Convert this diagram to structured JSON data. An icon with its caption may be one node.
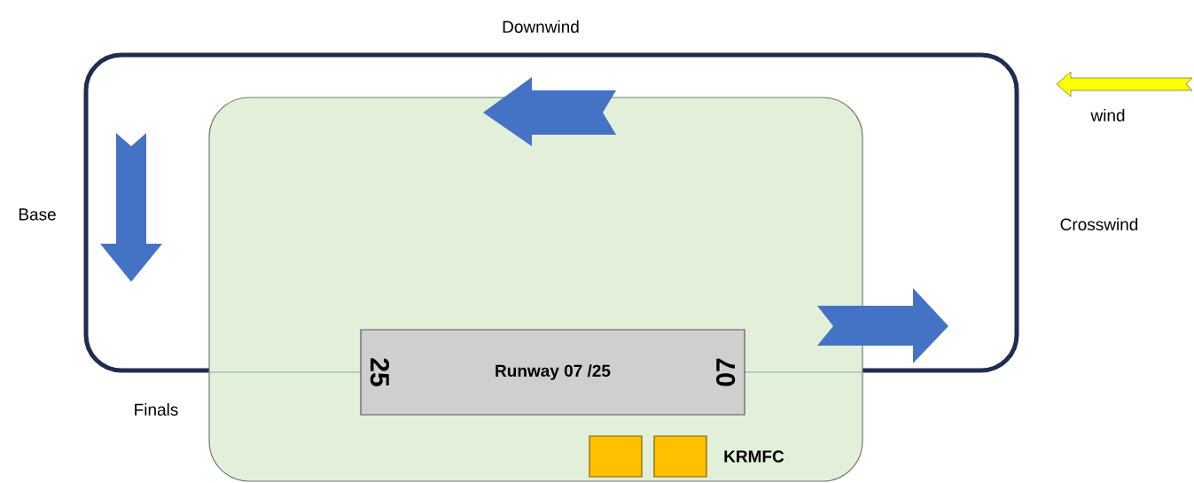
{
  "diagram": {
    "nodes": [
      {
        "text": [],
        "shape": "box"
      },
      {
        "text": [
          "25",
          "Runway 07 /25",
          "07"
        ],
        "in": 0
      },
      {
        "text": [],
        "shape": "box",
        "in": 0
      },
      {
        "text": [],
        "shape": "box",
        "in": 0,
        "beside": [
          "KRMFC"
        ]
      }
    ],
    "labels": [
      "Downwind",
      "Base",
      "Crosswind",
      "Finals",
      "wind"
    ]
  }
}
